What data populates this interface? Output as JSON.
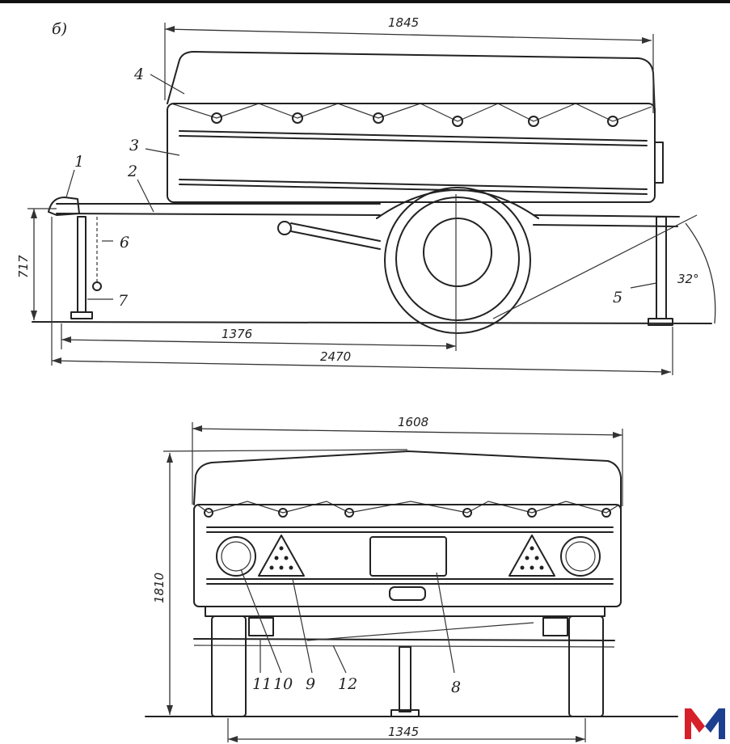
{
  "view_label": "б)",
  "side_view": {
    "dimensions": {
      "overall_top_length": "1845",
      "height": "717",
      "axle_distance": "1376",
      "overall_length": "2470",
      "angle": "32°"
    },
    "labels": [
      "1",
      "2",
      "3",
      "4",
      "5",
      "6",
      "7"
    ]
  },
  "rear_view": {
    "dimensions": {
      "width": "1608",
      "height": "1810",
      "track": "1345"
    },
    "labels": [
      "8",
      "9",
      "10",
      "11",
      "12"
    ]
  },
  "colors": {
    "line": "#222222",
    "logo_red": "#d6202a",
    "logo_blue": "#1d3f8f"
  }
}
